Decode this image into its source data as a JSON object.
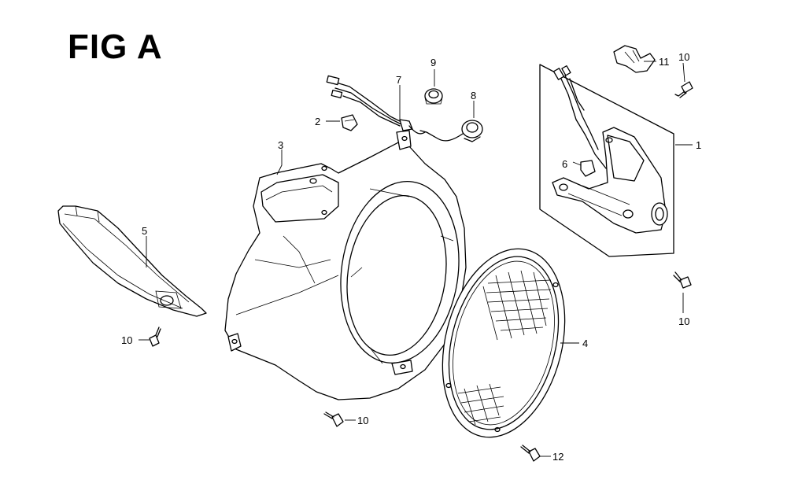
{
  "figure": {
    "title": "FIG A"
  },
  "callouts": [
    {
      "id": "c1",
      "label": "1"
    },
    {
      "id": "c2",
      "label": "2"
    },
    {
      "id": "c3",
      "label": "3"
    },
    {
      "id": "c4",
      "label": "4"
    },
    {
      "id": "c5",
      "label": "5"
    },
    {
      "id": "c6",
      "label": "6"
    },
    {
      "id": "c7",
      "label": "7"
    },
    {
      "id": "c8",
      "label": "8"
    },
    {
      "id": "c9",
      "label": "9"
    },
    {
      "id": "c10a",
      "label": "10"
    },
    {
      "id": "c10b",
      "label": "10"
    },
    {
      "id": "c10c",
      "label": "10"
    },
    {
      "id": "c10d",
      "label": "10"
    },
    {
      "id": "c11",
      "label": "11"
    },
    {
      "id": "c12",
      "label": "12"
    }
  ]
}
